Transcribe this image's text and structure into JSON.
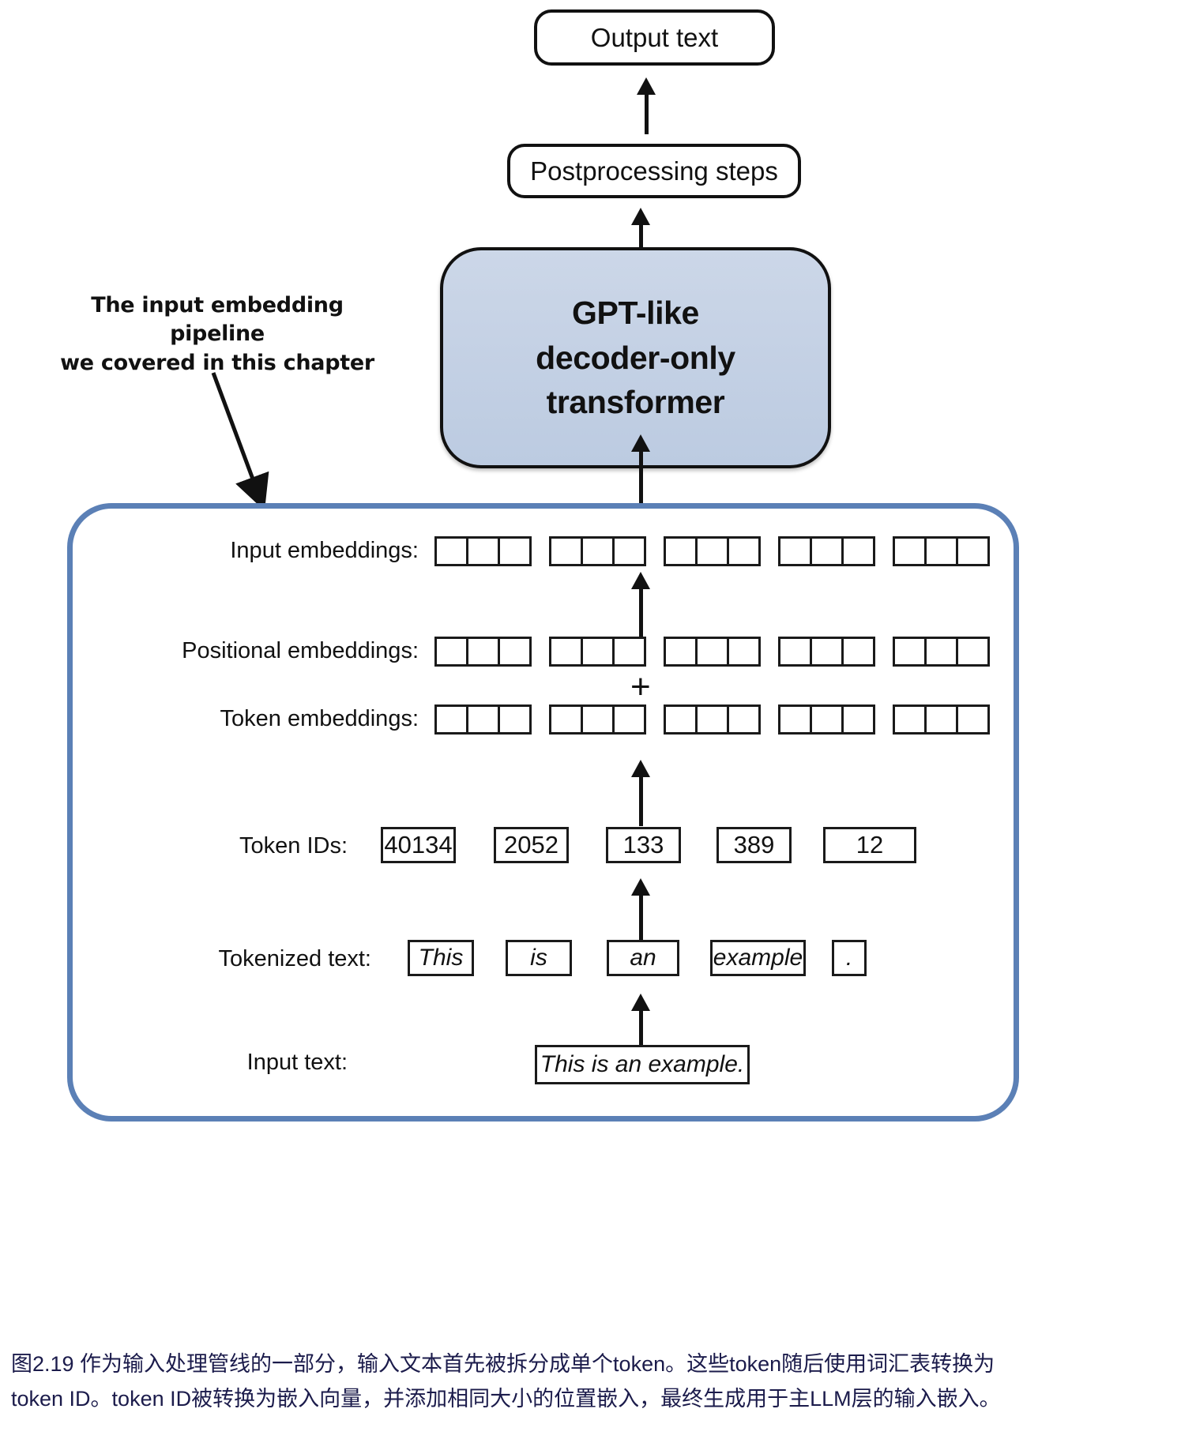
{
  "diagram": {
    "title": "Input embedding pipeline for a GPT-like decoder-only transformer",
    "output_box": {
      "label": "Output text"
    },
    "postprocessing_box": {
      "label": "Postprocessing steps"
    },
    "transformer_box": {
      "line1": "GPT-like",
      "line2": "decoder-only",
      "line3": "transformer",
      "fill_color": "#c6d2e5"
    },
    "annotation": {
      "line1": "The input embedding pipeline",
      "line2": "we covered in this chapter"
    },
    "pipeline": {
      "border_color": "#5b80b6",
      "rows": [
        {
          "id": "input-embeddings",
          "label": "Input embeddings:",
          "type": "cells",
          "groups": 5,
          "cells_per_group": 3
        },
        {
          "id": "positional-embeddings",
          "label": "Positional embeddings:",
          "type": "cells",
          "groups": 5,
          "cells_per_group": 3
        },
        {
          "id": "token-embeddings",
          "label": "Token embeddings:",
          "type": "cells",
          "groups": 5,
          "cells_per_group": 3
        },
        {
          "id": "token-ids",
          "label": "Token IDs:",
          "type": "values",
          "values": [
            "40134",
            "2052",
            "133",
            "389",
            "12"
          ]
        },
        {
          "id": "tokenized-text",
          "label": "Tokenized text:",
          "type": "values",
          "values": [
            "This",
            "is",
            "an",
            "example",
            "."
          ]
        },
        {
          "id": "input-text",
          "label": "Input text:",
          "type": "single",
          "values": [
            "This is an example."
          ]
        }
      ],
      "plus_symbol": "+"
    }
  },
  "caption": {
    "line1": "图2.19 作为输入处理管线的一部分，输入文本首先被拆分成单个token。这些token随后使用词汇表转换为",
    "line2": "token ID。token ID被转换为嵌入向量，并添加相同大小的位置嵌入，最终生成用于主LLM层的输入嵌入。"
  }
}
